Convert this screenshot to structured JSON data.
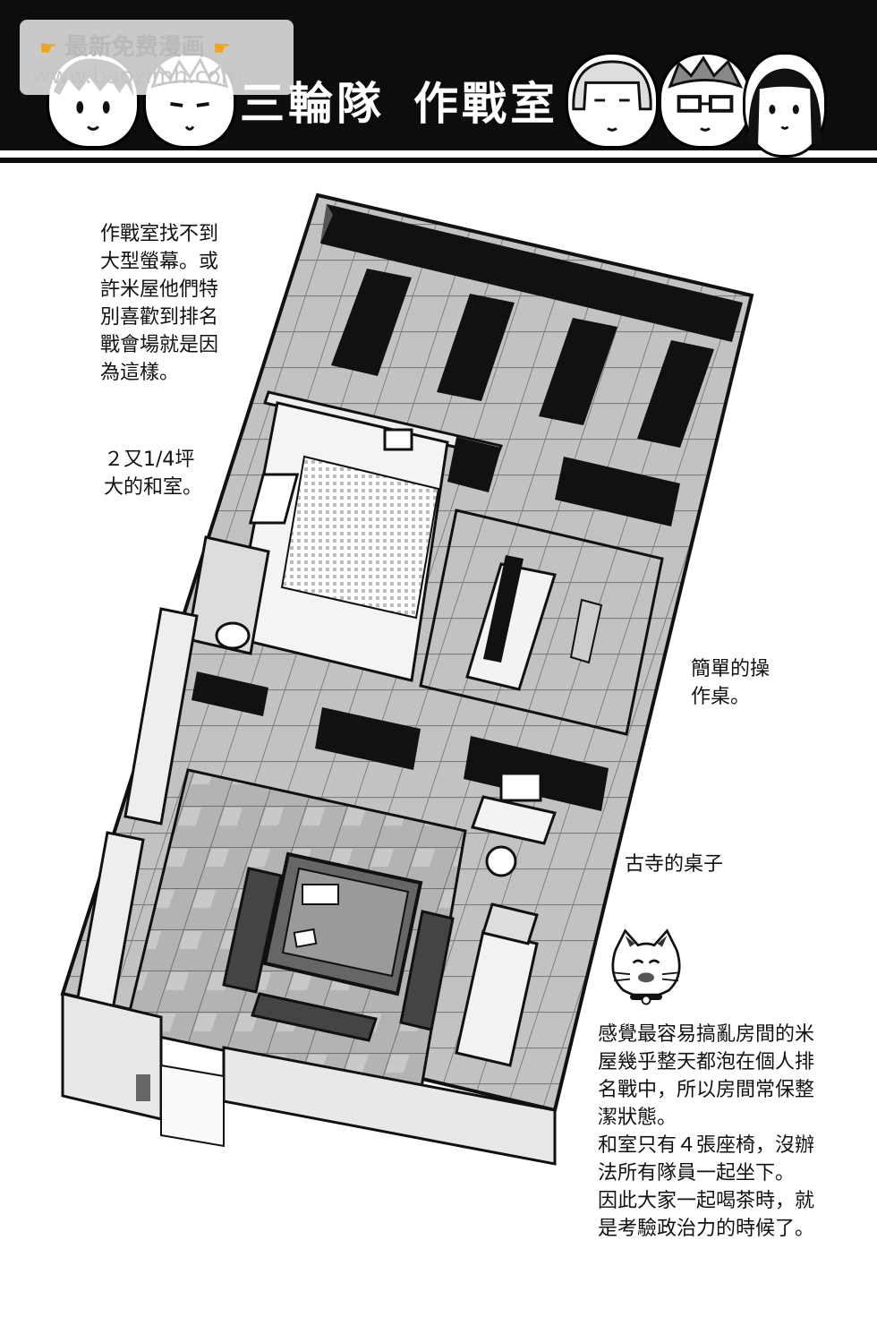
{
  "watermark": {
    "line1": "最新免费漫画",
    "line2": "www.baozimh.com"
  },
  "header": {
    "title_part1": "三輪隊",
    "title_part2": "作戰室"
  },
  "captions": {
    "screen_note": "作戰室找不到\n大型螢幕。或\n許米屋他們特\n別喜歡到排名\n戰會場就是因\n為這樣。",
    "washitsu_note": "２又1/4坪\n大的和室。",
    "desk_note": "簡單的操\n作桌。",
    "furudera_desk_note": "古寺的桌子",
    "main_note": "感覺最容易搞亂房間的米\n屋幾乎整天都泡在個人排\n名戰中，所以房間常保整\n潔狀態。\n和室只有４張座椅，沒辦\n法所有隊員一起坐下。\n因此大家一起喝茶時，就\n是考驗政治力的時候了。"
  },
  "icons": {
    "pointing_hand": "pointing-hand-icon",
    "mascot": "cat-mascot-icon",
    "faces": [
      "miwa-face-icon",
      "yoneya-face-icon",
      "furudera-face-icon",
      "kodera-face-icon",
      "nana-face-icon"
    ]
  },
  "colors": {
    "banner": "#0d0d0d",
    "hand": "#f1a31b",
    "floor_tile": "#bdbdbd",
    "wall_dark": "#111111"
  }
}
